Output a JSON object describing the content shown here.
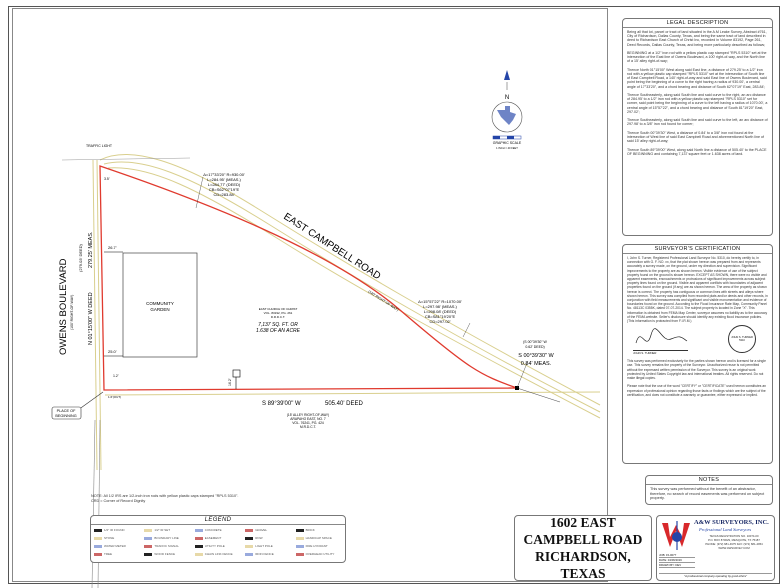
{
  "drawing": {
    "traffic_light": "TRAFFIC LIGHT",
    "owens": {
      "name": "OWENS BOULEVARD",
      "row": "(100' RIGHT-OF-WAY)"
    },
    "west_line": {
      "deed": "N 01°15'00\" W DEED",
      "meas": "279.25' MEAS.",
      "deed_dist": "(279.03' DEED)"
    },
    "campbell": {
      "name": "EAST CAMPBELL ROAD",
      "row": "(140' RIGHT-OF-WAY)"
    },
    "curve1": [
      "Δ=17°33'20\" R=930.00'",
      "L=284.95' (MEAS.)",
      "L=284.77' (DEED)",
      "CB=S62°07'19\"E",
      "CD=283.84'"
    ],
    "curve2": [
      "Δ=15°57'22\" R=1070.00'",
      "L=297.98' (MEAS.)",
      "L=298.08' (DEED)",
      "CB=S81°19'20\"E",
      "CD=297.02'"
    ],
    "east_line": {
      "deed": "(S 00°39'30\" W",
      "deed2": "0.62' DEED)",
      "meas": "S 00°39'30\" W",
      "meas2": "0.84' MEAS."
    },
    "garden": [
      "COMMUNITY",
      "GARDEN"
    ],
    "dim_top": "26.7'",
    "dim_bottom": "25.0'",
    "dim_small1": "3.5'",
    "dim_small2": "1.2'",
    "dim_out": "1.6'(OUT)",
    "dim_sign": "16.2'",
    "owner": [
      "EAST CHURCH OF CHRIST",
      "VOL. 83192, PG. 261",
      "D.R.D.C.T."
    ],
    "area": [
      "7,137 SQ. FT. OR",
      "1.638 OF AN ACRE"
    ],
    "south_line": {
      "bearing": "S 89°39'00\" W",
      "dist": "505.40' DEED"
    },
    "alley": [
      "(15' ALLEY RIGHT-OF-WAY)",
      "ARAPAHO EAST, NO. 7",
      "VOL. 76241, PG. 424",
      "M.R.D.C.T."
    ],
    "pob": [
      "PLACE OF",
      "BEGINNING"
    ],
    "north": "N",
    "graphic_scale": "GRAPHIC SCALE",
    "scale_value": "1 INCH = 40 FEET",
    "note": "NOTE: All 1/2 IRS are 1/2-inch iron rods with yellow plastic caps stamped \"RPLS 5310\".\nCRD = Corner of Record Dignity"
  },
  "legend": {
    "title": "LEGEND",
    "items": [
      "1/2\" IR FOUND",
      "1/2\" IR SET",
      "CONCRETE",
      "GRAVEL",
      "BRICK",
      "STONE",
      "BOUNDARY LINE",
      "EASEMENT",
      "ROW",
      "HANDICAP SPACE",
      "WATER METER",
      "TRAFFIC SIGNAL",
      "UTILITY POLE",
      "LIGHT POLE",
      "FIRE HYDRANT",
      "TREE",
      "WOOD FENCE",
      "CHAIN LINK FENCE",
      "IRON FENCE",
      "OVERHEAD UTILITY"
    ]
  },
  "legal": {
    "title": "LEGAL DESCRIPTION",
    "text": "Being all that lot, parcel or tract of land situated in the A.M Leake Survey, Abstract #761, City of Richardson, Dallas County, Texas, and being the same tract of land described in deed to Richardson East Church of Christ Inc, recorded in Volume 83192, Page 261, Deed Records, Dallas County, Texas, and being more particularly described as follows;\n\nBEGINNING at a 1/2\" iron rod with a yellow plastic cap stamped \"RPLS 5310\" set at the intersection of the East line of Owens Boulevard, a 100' right-of-way, and the North line of a 15' alley right-of-way;\n\nThence North 01°15'00\" West along said East line, a distance of 279.25' to a 1/2\" iron rod with a yellow plastic cap stamped \"RPLS 5310\" set at the intersection of South line of East Campbell Road, a 140' right-of-way and said East line of Owens Boulevard, said point being the beginning of a curve to the right having a radius of 930.00', a central angle of 17°33'20\", and a chord bearing and distance of South 62°07'19\" East, 283.84';\n\nThence Southeasterly, along said South line and said curve to the right, an arc distance of 284.95' to a 1/2\" iron rod with a yellow plastic cap stamped \"RPLS 5310\" set for corner, said point being the beginning of a curve to the left having a radius of 1070.00', a central angle of 15°57'22\", and a chord bearing and distance of South 81°19'20\" East, 297.02';\n\nThence Southeasterly, along said South line and said curve to the left, an arc distance of 297.98' to a 3/8\" iron rod found for corner;\n\nThence South 00°39'30\" West, a distance of 0.84' to a 3/8\" iron rod found at the intersection of West line of said East Campbell Road and aforementioned North line of said 15' alley right-of-way;\n\nThence South 89°39'00\" West, along said North line a distance of 505.40' to the PLACE OF BEGINNING and containing 7,137 square feet or 1.638 acres of land."
  },
  "certification": {
    "title": "SURVEYOR'S CERTIFICATION",
    "text": "I, John S. Turner, Registered Professional Land Surveyor No. 5310, do hereby certify to, in connection with G. F. NO. xx, that the plat shown hereon was prepared from and represents accurately a survey made, on the ground, under my direction and supervision. Significant improvements to the property are as shown hereon. Visible evidence of use of the subject property found on the ground is shown hereon. EXCEPT AS SHOWN, there were no visible and apparent easements, encroachments or protrusions of significant improvements across subject property lines found on the ground. Visible and apparent conflicts with boundaries of adjacent properties found on the ground (if any) are as shown hereon. The area of the property as shown hereon is correct. The property has contiguous or common lines with streets and alleys where shown hereon. This survey was compiled from recorded plats and/or deeds and other records, in conjunction with field measurements and significant and visible monumentation and evidence of boundaries found on the ground. According to the Flood Insurance Rate Map, Community Panel No. 48113C 0355K, dated 07-07-2014. The subject property is located in Zone \"X\". This information is obtained from FEMA Map Center, surveyor assumes no liability as to the accuracy of the FEMA website. Seller's disclosure should identify any existing flood insurance policies.\n(This information is protracted from F.I.R.M.)",
    "signer": "JOHN S. TURNER",
    "seal": "JOHN S. TURNER 5310",
    "text2": "This survey was performed exclusively for the parties shown hereon and is licensed for a single use. This survey remains the property of the Surveyor. Unauthorized reuse is not permitted without the expressed written permission of the Surveyor. This survey is an original work protected by United States Copyright law and international treaties. All rights reserved. Do not make illegal copies.\n\nPlease note that the use of the word \"CERTIFY\" or \"CERTIFICATE\" used hereon constitutes an expression of professional opinion regarding those facts or findings which are the subject of the certification, and does not constitute a warranty or guarantee, either expressed or implied."
  },
  "notes": {
    "title": "NOTES",
    "text": "This survey was performed without the benefit of an abstractor, therefore, no search of record easements was performed on subject property."
  },
  "title_block": {
    "lines": [
      "1602 EAST",
      "CAMPBELL ROAD",
      "RICHARDSON, TEXAS"
    ]
  },
  "company": {
    "name": "A&W SURVEYORS, INC.",
    "tagline": "Professional Land Surveyors",
    "info": [
      "TEXAS REGISTRATION NO. 10074-00",
      "P.O. BOX 870029, MESQUITE, TX 75187",
      "PHONE: (972) 681-4975 FAX: (972) 681-4954",
      "WWW.AWSURVEY.COM"
    ],
    "job": "JOB: 15-0077",
    "date": "DATE: 04/06/2016",
    "drawn": "DRAWN BY: DEV",
    "motto": "\"A professional company operating by good ethics\"",
    "colors": {
      "red": "#d8282b",
      "blue": "#2445a8"
    }
  },
  "colors": {
    "boundary": "#e03a2e",
    "road_edge": "#d9cf8e"
  }
}
